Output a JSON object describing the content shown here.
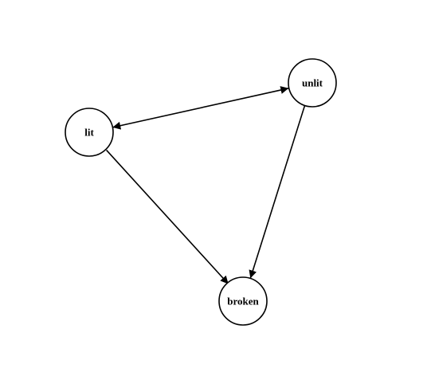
{
  "diagram": {
    "type": "state-graph",
    "nodes": {
      "lit": {
        "label": "lit"
      },
      "unlit": {
        "label": "unlit"
      },
      "broken": {
        "label": "broken"
      }
    },
    "edges": [
      {
        "from": "lit",
        "to": "unlit",
        "bidirectional": true
      },
      {
        "from": "lit",
        "to": "broken",
        "bidirectional": false
      },
      {
        "from": "unlit",
        "to": "broken",
        "bidirectional": false
      }
    ],
    "colors": {
      "stroke": "#000000",
      "node_fill": "#ffffff",
      "background": "#ffffff"
    }
  }
}
